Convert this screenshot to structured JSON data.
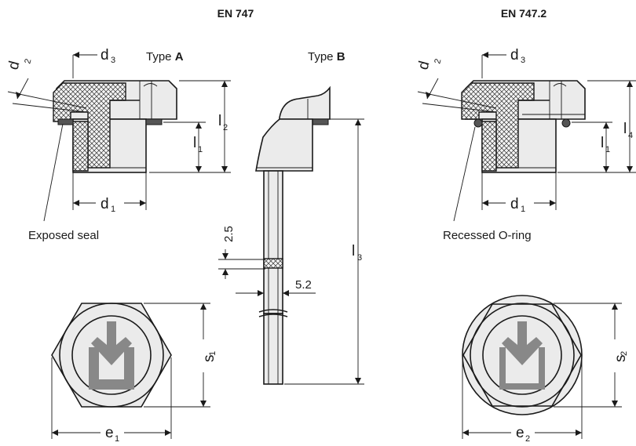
{
  "headings": {
    "standard_a": "EN 747",
    "standard_b": "EN 747.2"
  },
  "type_labels": {
    "type_a_prefix": "Type ",
    "type_a_letter": "A",
    "type_b_prefix": "Type ",
    "type_b_letter": "B"
  },
  "callouts": {
    "exposed_seal": "Exposed seal",
    "recessed_oring": "Recessed O-ring"
  },
  "dimensions": {
    "d": "d",
    "l": "l",
    "e": "e",
    "s": "s",
    "sub_1": "1",
    "sub_2": "2",
    "sub_3": "3",
    "sub_4": "4",
    "value_2_5": "2.5",
    "value_5_2": "5.2"
  },
  "colors": {
    "line": "#1a1a1a",
    "body_fill": "#ebebeb",
    "seal_fill": "#555555",
    "symbol_fill": "#888888"
  },
  "icons": [
    "flow-arrow-symbol-icon"
  ]
}
